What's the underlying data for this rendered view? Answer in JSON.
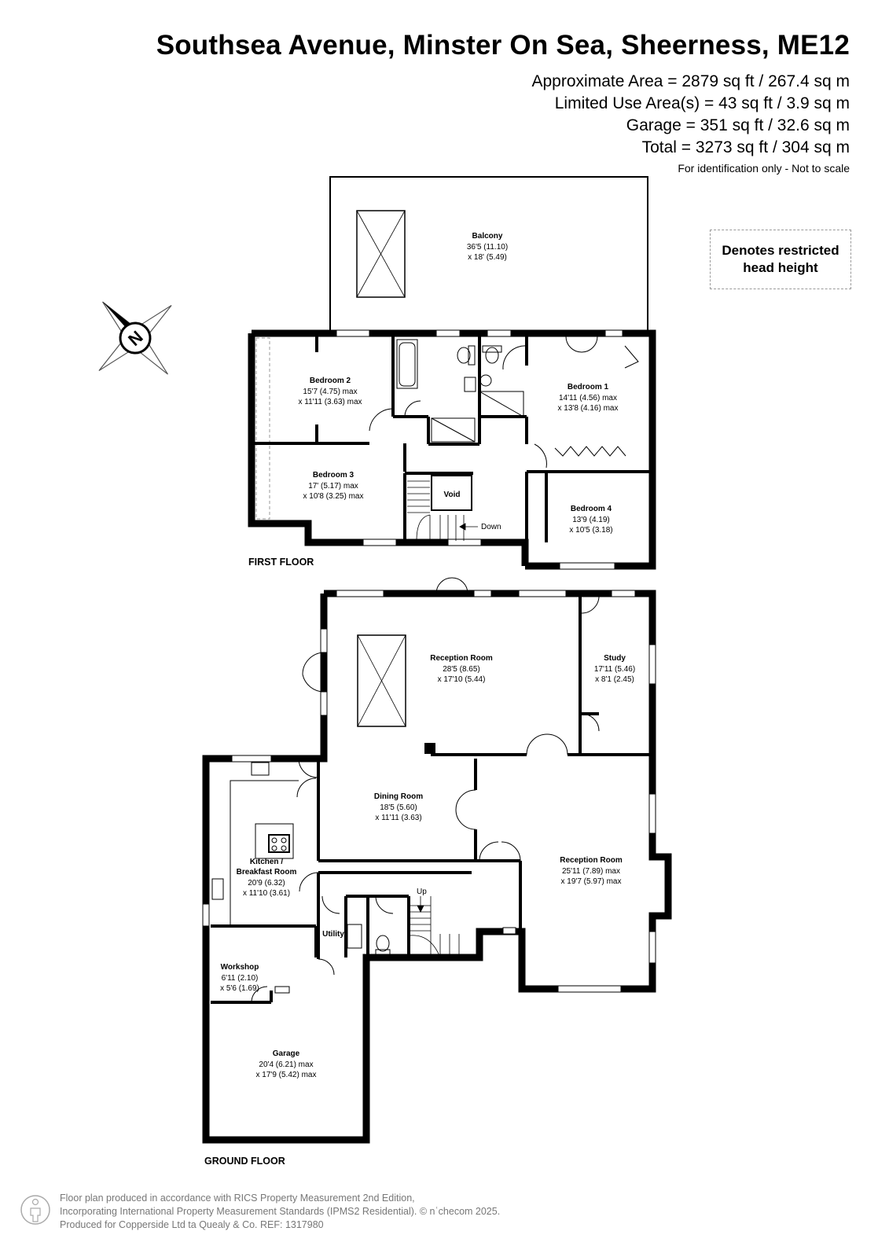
{
  "header": {
    "title": "Southsea Avenue, Minster On Sea, Sheerness, ME12",
    "area_lines": [
      "Approximate Area = 2879 sq ft / 267.4 sq m",
      "Limited Use Area(s) = 43 sq ft / 3.9 sq m",
      "Garage = 351 sq ft / 32.6 sq m",
      "Total = 3273 sq ft / 304 sq m"
    ],
    "disclaimer": "For identification only - Not to scale"
  },
  "legend": {
    "text_line1": "Denotes restricted",
    "text_line2": "head height"
  },
  "compass": {
    "letter": "N",
    "icon": "compass-rose-icon"
  },
  "floors": {
    "first": {
      "label": "FIRST FLOOR",
      "rooms": [
        {
          "name": "Balcony",
          "dim1": "36'5 (11.10)",
          "dim2": "x 18' (5.49)"
        },
        {
          "name": "Bedroom 2",
          "dim1": "15'7 (4.75) max",
          "dim2": "x 11'11 (3.63) max"
        },
        {
          "name": "Bedroom 1",
          "dim1": "14'11 (4.56) max",
          "dim2": "x 13'8 (4.16) max"
        },
        {
          "name": "Bedroom 3",
          "dim1": "17' (5.17) max",
          "dim2": "x 10'8 (3.25) max"
        },
        {
          "name": "Void",
          "dim1": "",
          "dim2": ""
        },
        {
          "name": "Bedroom 4",
          "dim1": "13'9 (4.19)",
          "dim2": "x 10'5 (3.18)"
        }
      ],
      "stair_label": "Down"
    },
    "ground": {
      "label": "GROUND FLOOR",
      "rooms": [
        {
          "name": "Reception Room",
          "dim1": "28'5 (8.65)",
          "dim2": "x 17'10 (5.44)"
        },
        {
          "name": "Study",
          "dim1": "17'11 (5.46)",
          "dim2": "x 8'1 (2.45)"
        },
        {
          "name": "Dining Room",
          "dim1": "18'5 (5.60)",
          "dim2": "x 11'11 (3.63)"
        },
        {
          "name": "Kitchen /",
          "name2": "Breakfast Room",
          "dim1": "20'9 (6.32)",
          "dim2": "x 11'10 (3.61)"
        },
        {
          "name": "Reception Room",
          "dim1": "25'11 (7.89) max",
          "dim2": "x 19'7 (5.97) max"
        },
        {
          "name": "Utility",
          "dim1": "",
          "dim2": ""
        },
        {
          "name": "Workshop",
          "dim1": "6'11 (2.10)",
          "dim2": "x 5'6 (1.69)"
        },
        {
          "name": "Garage",
          "dim1": "20'4 (6.21) max",
          "dim2": "x 17'9 (5.42) max"
        }
      ],
      "stair_label": "Up"
    }
  },
  "footer": {
    "line1": "Floor plan produced in accordance with RICS Property Measurement 2nd Edition,",
    "line2": "Incorporating International Property Measurement Standards (IPMS2 Residential).  © nʿchecom 2025.",
    "line3": "Produced for Copperside Ltd ta Quealy & Co.   REF: 1317980"
  }
}
